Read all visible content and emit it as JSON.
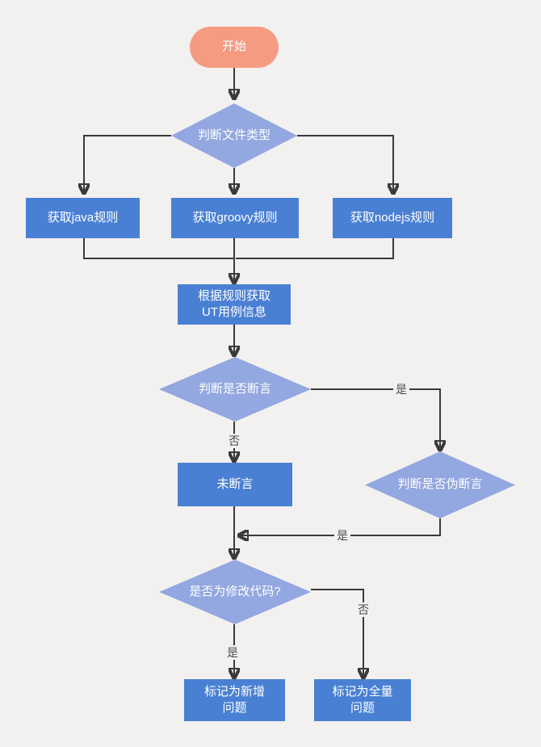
{
  "colors": {
    "background": "#F2F1F0",
    "process": "#4A80D4",
    "decision": "#93A7E0",
    "terminator": "#F59B82",
    "line": "#3A3A3A",
    "node_text": "#FFFFFF",
    "label_text": "#4B4B4B"
  },
  "nodes": {
    "start": {
      "label": "开始",
      "type": "terminator"
    },
    "check_file_type": {
      "label": "判断文件类型",
      "type": "decision"
    },
    "get_java_rules": {
      "label": "获取java规则",
      "type": "process"
    },
    "get_groovy_rules": {
      "label": "获取groovy规则",
      "type": "process"
    },
    "get_nodejs_rules": {
      "label": "获取nodejs规则",
      "type": "process"
    },
    "get_ut_cases": {
      "label": "根据规则获取\nUT用例信息",
      "type": "process"
    },
    "check_assert": {
      "label": "判断是否断言",
      "type": "decision"
    },
    "not_asserted": {
      "label": "未断言",
      "type": "process"
    },
    "check_fake_assert": {
      "label": "判断是否伪断言",
      "type": "decision"
    },
    "check_modified_code": {
      "label": "是否为修改代码?",
      "type": "decision"
    },
    "mark_new_issue": {
      "label": "标记为新增\n问题",
      "type": "process"
    },
    "mark_full_issue": {
      "label": "标记为全量\n问题",
      "type": "process"
    }
  },
  "edge_labels": {
    "assert_yes": "是",
    "assert_no": "否",
    "fake_assert_yes": "是",
    "modified_yes": "是",
    "modified_no": "否"
  }
}
